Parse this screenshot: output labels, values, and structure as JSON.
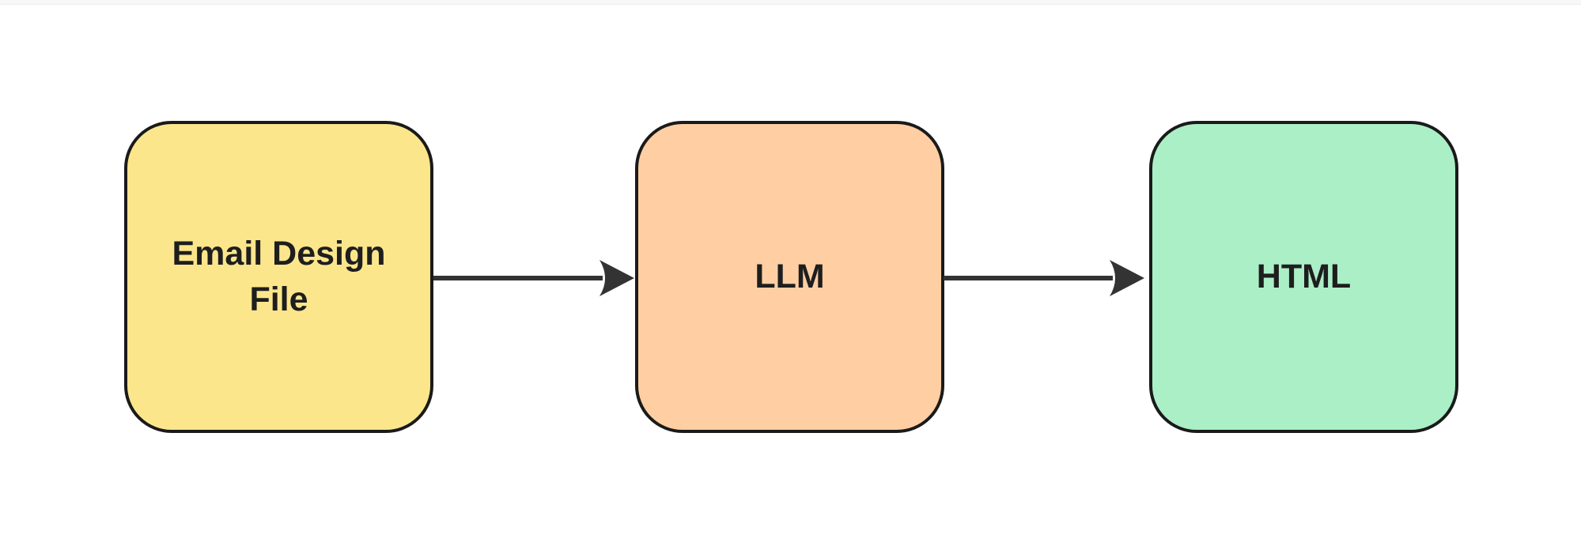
{
  "diagram": {
    "type": "flowchart",
    "direction": "left-to-right",
    "nodes": [
      {
        "id": "email-design-file",
        "label": "Email Design File",
        "fill": "#FCE68C"
      },
      {
        "id": "llm",
        "label": "LLM",
        "fill": "#FFCFA3"
      },
      {
        "id": "html",
        "label": "HTML",
        "fill": "#ABEFC7"
      }
    ],
    "edges": [
      {
        "from": "email-design-file",
        "to": "llm"
      },
      {
        "from": "llm",
        "to": "html"
      }
    ],
    "colors": {
      "background": "#ffffff",
      "node_border": "#1a1a1a",
      "arrow": "#333333",
      "text": "#1e1e1e"
    }
  }
}
